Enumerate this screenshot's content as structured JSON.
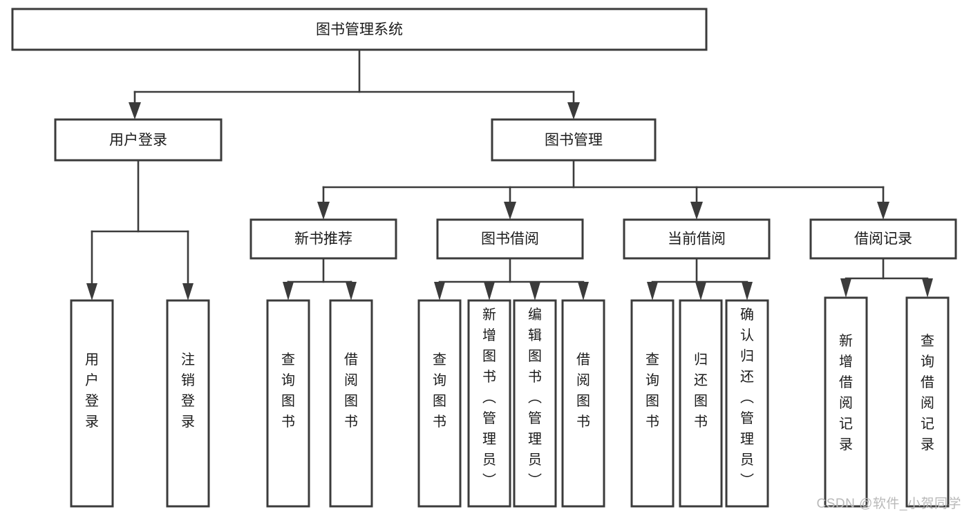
{
  "diagram": {
    "title": "图书管理系统",
    "type": "tree-hierarchy",
    "background_color": "#ffffff",
    "box_stroke_color": "#3b3b3b",
    "box_fill_color": "#ffffff",
    "text_color": "#1b1b1b",
    "root": {
      "id": "root",
      "label": "图书管理系统",
      "orientation": "horizontal"
    },
    "level2": [
      {
        "id": "user-login",
        "label": "用户登录",
        "orientation": "horizontal"
      },
      {
        "id": "book-management",
        "label": "图书管理",
        "orientation": "horizontal"
      }
    ],
    "level3": [
      {
        "id": "new-book-recommend",
        "label": "新书推荐",
        "orientation": "horizontal",
        "parent": "book-management"
      },
      {
        "id": "book-borrow",
        "label": "图书借阅",
        "orientation": "horizontal",
        "parent": "book-management"
      },
      {
        "id": "current-borrow",
        "label": "当前借阅",
        "orientation": "horizontal",
        "parent": "book-management"
      },
      {
        "id": "borrow-record",
        "label": "借阅记录",
        "orientation": "horizontal",
        "parent": "book-management"
      }
    ],
    "leaves": [
      {
        "id": "leaf-user-login",
        "label": "用户登录",
        "parent": "user-login",
        "orientation": "vertical"
      },
      {
        "id": "leaf-user-logout",
        "label": "注销登录",
        "parent": "user-login",
        "orientation": "vertical"
      },
      {
        "id": "leaf-query-book-1",
        "label": "查询图书",
        "parent": "new-book-recommend",
        "orientation": "vertical"
      },
      {
        "id": "leaf-borrow-book-1",
        "label": "借阅图书",
        "parent": "new-book-recommend",
        "orientation": "vertical"
      },
      {
        "id": "leaf-query-book-2",
        "label": "查询图书",
        "parent": "book-borrow",
        "orientation": "vertical"
      },
      {
        "id": "leaf-add-book",
        "label": "新增图书（管理员）",
        "parent": "book-borrow",
        "orientation": "vertical"
      },
      {
        "id": "leaf-edit-book",
        "label": "编辑图书（管理员）",
        "parent": "book-borrow",
        "orientation": "vertical"
      },
      {
        "id": "leaf-borrow-book-2",
        "label": "借阅图书",
        "parent": "book-borrow",
        "orientation": "vertical"
      },
      {
        "id": "leaf-query-book-3",
        "label": "查询图书",
        "parent": "current-borrow",
        "orientation": "vertical"
      },
      {
        "id": "leaf-return-book",
        "label": "归还图书",
        "parent": "current-borrow",
        "orientation": "vertical"
      },
      {
        "id": "leaf-confirm-return",
        "label": "确认归还（管理员）",
        "parent": "current-borrow",
        "orientation": "vertical"
      },
      {
        "id": "leaf-add-record",
        "label": "新增借阅记录",
        "parent": "borrow-record",
        "orientation": "vertical"
      },
      {
        "id": "leaf-query-record",
        "label": "查询借阅记录",
        "parent": "borrow-record",
        "orientation": "vertical"
      }
    ]
  },
  "watermark": {
    "text": "CSDN @软件_小贺同学",
    "color": "#b9b9b9"
  }
}
